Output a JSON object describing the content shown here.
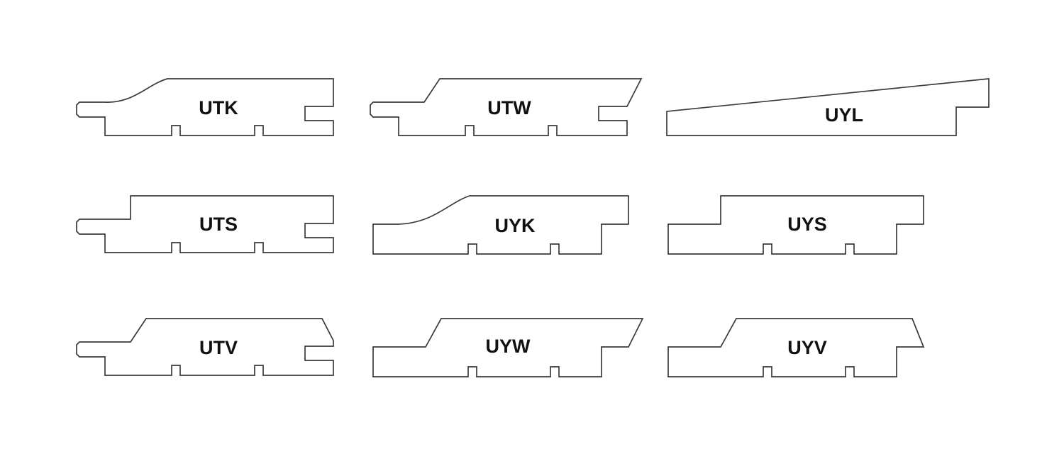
{
  "colors": {
    "background": "#ffffff",
    "outline": "#3a3a3a",
    "label": "#111111"
  },
  "profiles": [
    {
      "code": "UTK",
      "front": "ogee",
      "back": "tongue-groove",
      "joint": "tongue-groove"
    },
    {
      "code": "UTW",
      "front": "bevel",
      "back": "bevel",
      "joint": "tongue-groove"
    },
    {
      "code": "UYL",
      "front": "wedge",
      "back": "step",
      "joint": "overlap"
    },
    {
      "code": "UTS",
      "front": "step",
      "back": "tongue-groove",
      "joint": "tongue-groove"
    },
    {
      "code": "UYK",
      "front": "ogee",
      "back": "step",
      "joint": "overlap"
    },
    {
      "code": "UYS",
      "front": "step",
      "back": "step",
      "joint": "overlap"
    },
    {
      "code": "UTV",
      "front": "bevel",
      "back": "v-chamfer",
      "joint": "tongue-groove"
    },
    {
      "code": "UYW",
      "front": "bevel",
      "back": "bevel",
      "joint": "overlap"
    },
    {
      "code": "UYV",
      "front": "bevel",
      "back": "v-chamfer",
      "joint": "overlap"
    }
  ]
}
